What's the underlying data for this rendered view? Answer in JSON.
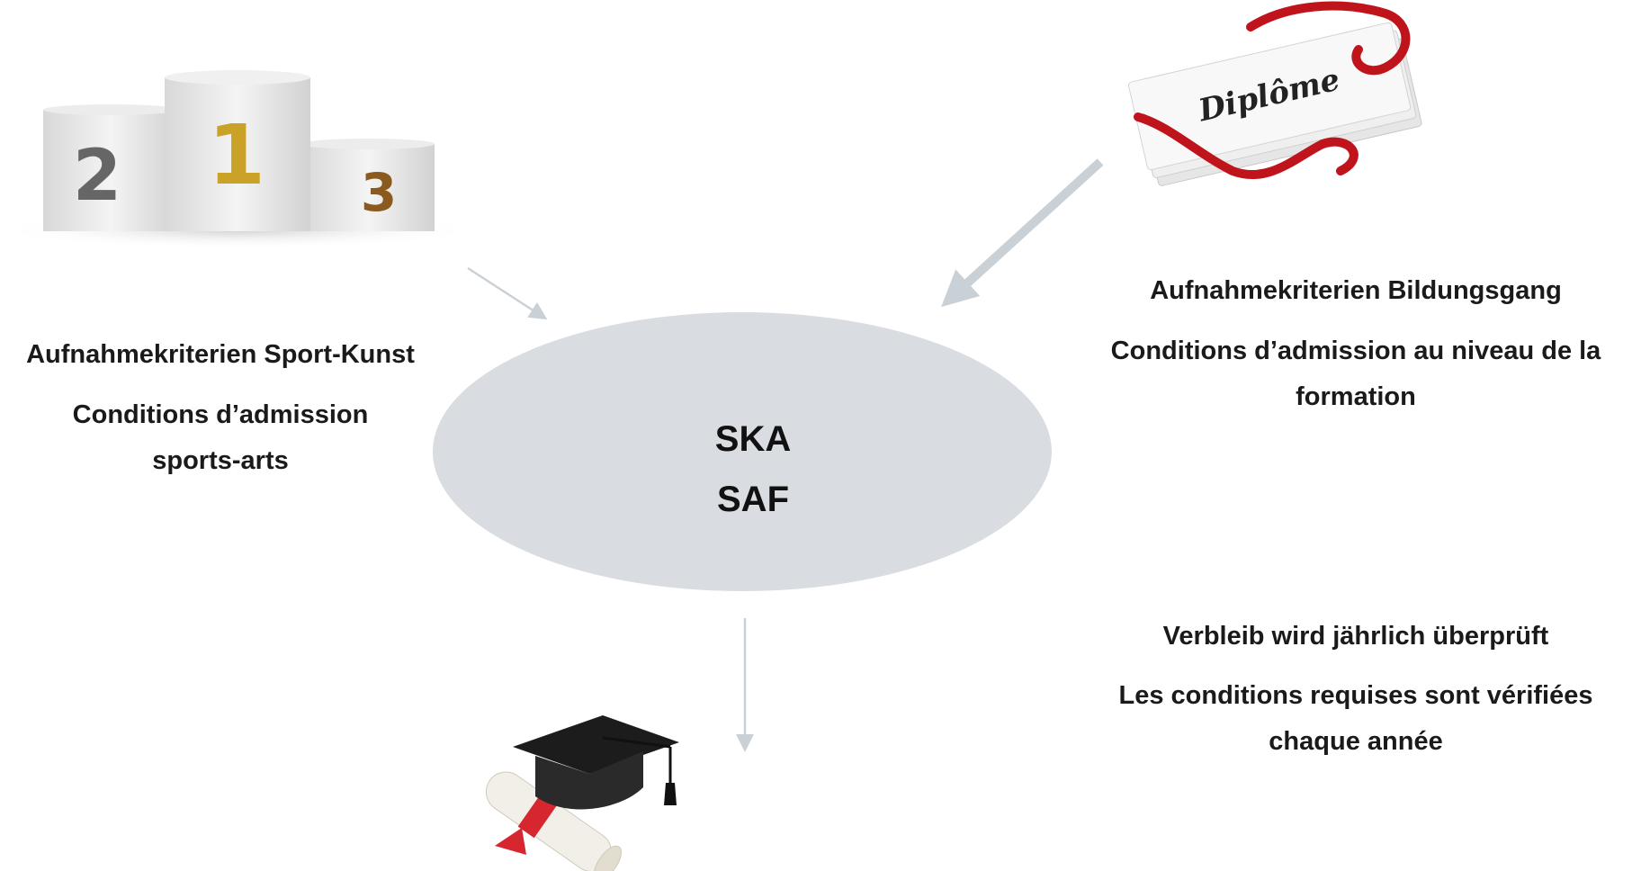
{
  "center": {
    "line1": "SKA",
    "line2": "SAF",
    "fill": "#d9dde1"
  },
  "left_text": {
    "heading": "Aufnahmekriterien Sport-Kunst",
    "line1": "Conditions d’admission",
    "line2": "sports-arts"
  },
  "right_top_text": {
    "heading": "Aufnahmekriterien Bildungsgang",
    "line1": "Conditions d’admission au niveau de la",
    "line2": "formation"
  },
  "right_bottom_text": {
    "heading": "Verbleib wird jährlich überprüft",
    "line1": "Les conditions requises sont vérifiées",
    "line2": "chaque année"
  },
  "podium": {
    "place_1": "1",
    "place_2": "2",
    "place_3": "3"
  },
  "diploma": {
    "label": "Diplôme"
  },
  "colors": {
    "arrow": "#c9d0d6",
    "ribbon": "#c0141c",
    "gold": "#c9a227",
    "bronze": "#8a5a1e",
    "silver": "#6b6b6b"
  }
}
